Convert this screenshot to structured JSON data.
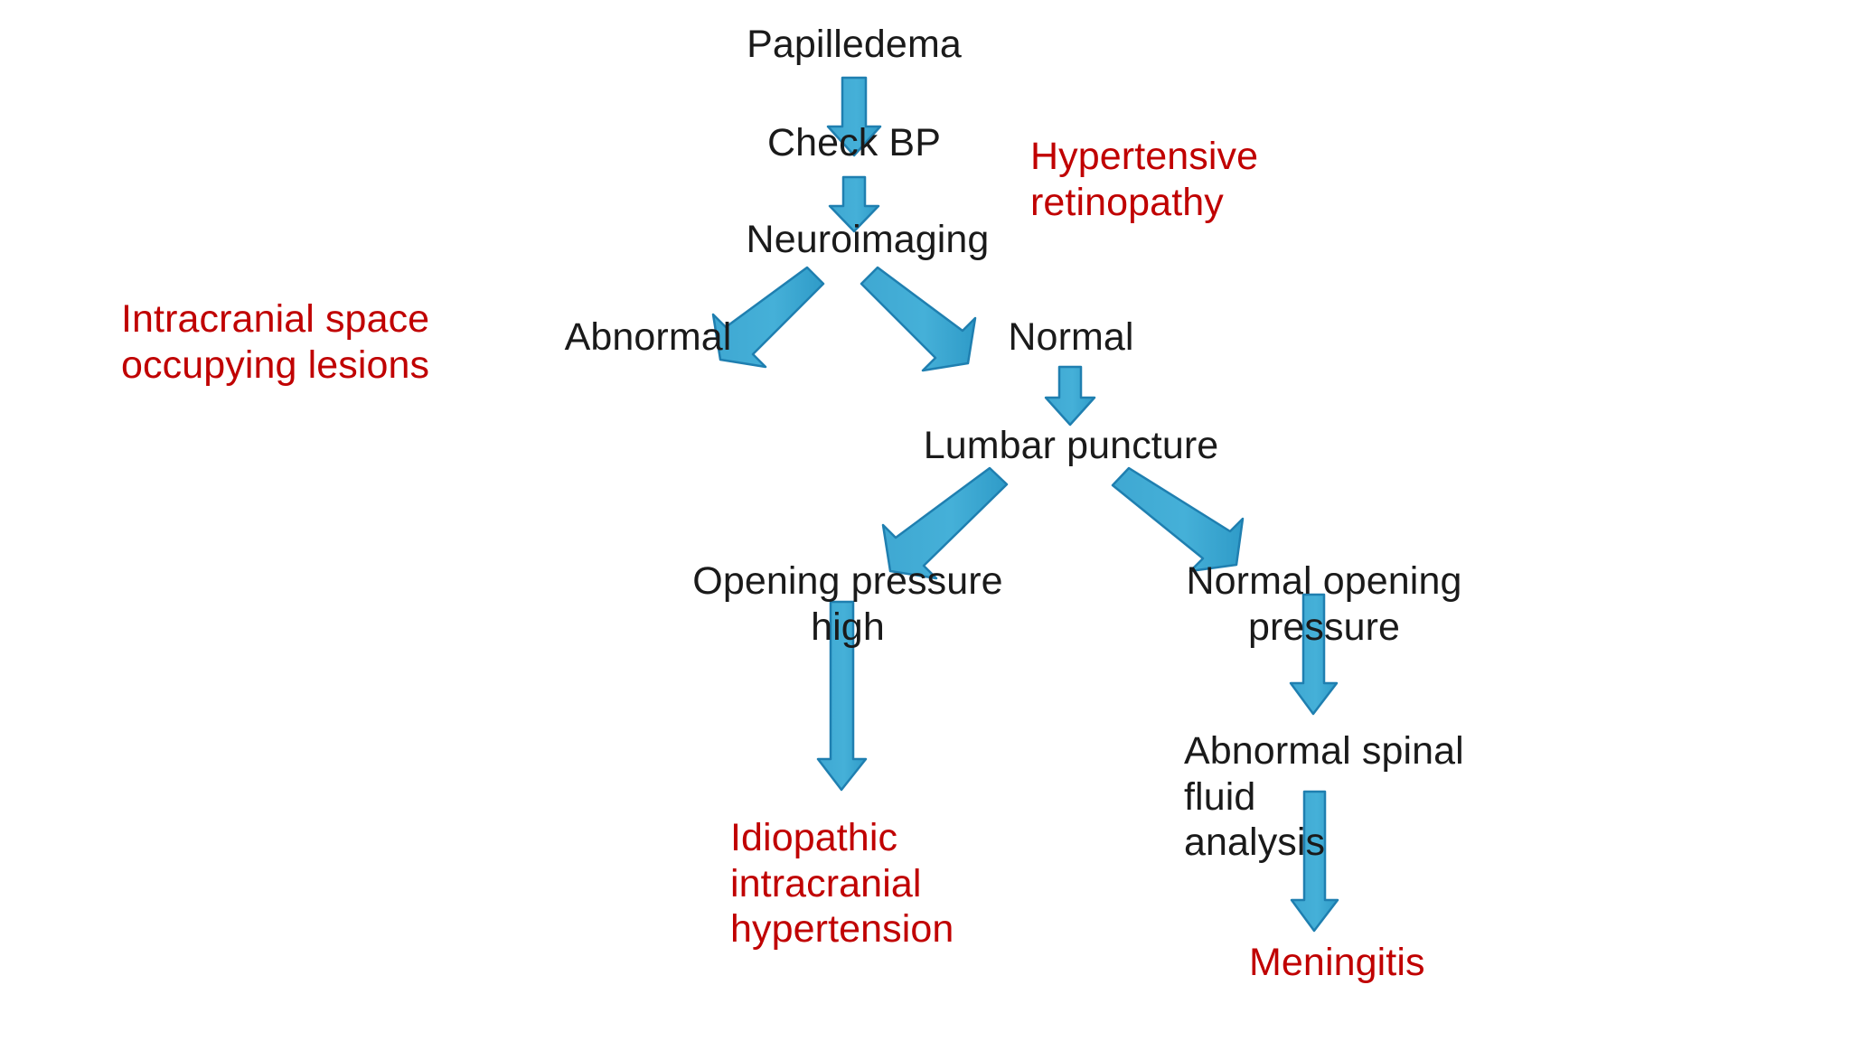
{
  "diagram": {
    "title": "Papilledema diagnostic algorithm",
    "type": "flowchart",
    "background_color": "#FFFFFF",
    "colors": {
      "node_text": "#1A1A1A",
      "diagnosis_text": "#C00000",
      "arrow_fill": "#41ABD4",
      "arrow_stroke": "#1F7FB0"
    },
    "nodes": [
      {
        "id": "papilledema",
        "label": "Papilledema",
        "style": "black"
      },
      {
        "id": "check-bp",
        "label": "Check BP",
        "style": "black"
      },
      {
        "id": "neuroimaging",
        "label": "Neuroimaging",
        "style": "black"
      },
      {
        "id": "abnormal",
        "label": "Abnormal",
        "style": "black"
      },
      {
        "id": "normal",
        "label": "Normal",
        "style": "black"
      },
      {
        "id": "lumbar-puncture",
        "label": "Lumbar puncture",
        "style": "black"
      },
      {
        "id": "opening-pressure-high",
        "label": "Opening pressure high",
        "style": "black"
      },
      {
        "id": "normal-opening-pressure",
        "label": "Normal opening pressure",
        "style": "black"
      },
      {
        "id": "abnormal-spinal-fluid",
        "label": "Abnormal spinal fluid\nanalysis",
        "style": "black"
      },
      {
        "id": "hypertensive-retinopathy",
        "label": "Hypertensive retinopathy",
        "style": "red"
      },
      {
        "id": "intracranial-lesions",
        "label": "Intracranial space\noccupying lesions",
        "style": "red"
      },
      {
        "id": "idiopathic-intracranial-hypertension",
        "label": "Idiopathic\nintracranial\nhypertension",
        "style": "red"
      },
      {
        "id": "meningitis",
        "label": "Meningitis",
        "style": "red"
      }
    ],
    "edges": [
      {
        "from": "papilledema",
        "to": "check-bp",
        "direction": "down"
      },
      {
        "from": "check-bp",
        "to": "neuroimaging",
        "direction": "down"
      },
      {
        "from": "neuroimaging",
        "to": "abnormal",
        "direction": "down-left"
      },
      {
        "from": "neuroimaging",
        "to": "normal",
        "direction": "down-right"
      },
      {
        "from": "normal",
        "to": "lumbar-puncture",
        "direction": "down"
      },
      {
        "from": "lumbar-puncture",
        "to": "opening-pressure-high",
        "direction": "down-left"
      },
      {
        "from": "lumbar-puncture",
        "to": "normal-opening-pressure",
        "direction": "down-right"
      },
      {
        "from": "opening-pressure-high",
        "to": "idiopathic-intracranial-hypertension",
        "direction": "down"
      },
      {
        "from": "normal-opening-pressure",
        "to": "abnormal-spinal-fluid",
        "direction": "down"
      },
      {
        "from": "abnormal-spinal-fluid",
        "to": "meningitis",
        "direction": "down"
      }
    ]
  }
}
